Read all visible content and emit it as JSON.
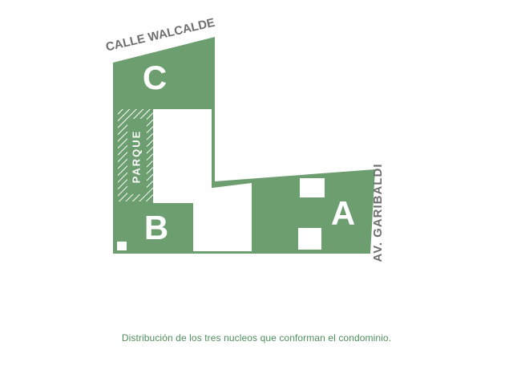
{
  "map": {
    "colors": {
      "block_fill": "#6c9e6f",
      "background": "#ffffff",
      "street_label": "#6f6f6f",
      "hatch": "#ffffff",
      "label": "#ffffff"
    },
    "streets": {
      "top": "CALLE WALCALDE",
      "right": "AV. GARIBALDI"
    },
    "zones": {
      "c": "C",
      "b": "B",
      "a": "A",
      "park": "PARQUE"
    }
  },
  "caption": "Distribución de los tres nucleos que conforman el condominio."
}
